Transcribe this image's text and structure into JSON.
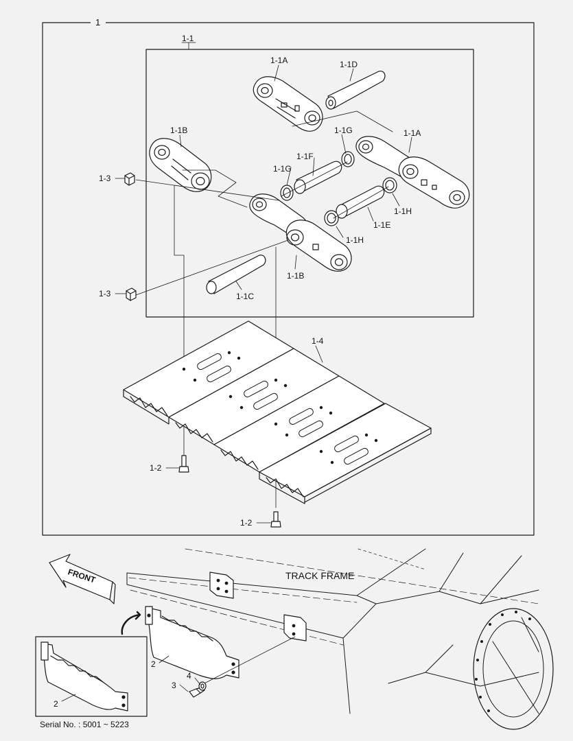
{
  "labels": {
    "assembly": "1",
    "link_assy": "1-1",
    "link_a_top": "1-1A",
    "link_a_right": "1-1A",
    "pin_d": "1-1D",
    "link_b_left": "1-1B",
    "link_b_center": "1-1B",
    "seal_g_upper": "1-1G",
    "seal_g_left": "1-1G",
    "bushing_f": "1-1F",
    "seal_h_right": "1-1H",
    "seal_h_center": "1-1H",
    "bushing_e": "1-1E",
    "pin_c": "1-1C",
    "nut_upper": "1-3",
    "nut_lower": "1-3",
    "shoe": "1-4",
    "bolt_left": "1-2",
    "bolt_lower": "1-2",
    "guard_detail": "2",
    "guard": "2",
    "bolt": "3",
    "washer": "4"
  },
  "front_label": "FRONT",
  "track_frame_label": "TRACK FRAME",
  "serial_text": "Serial No. : 5001 ~ 5223",
  "colors": {
    "line": "#1a1a1a",
    "background": "#f2f2f2",
    "paper": "#ffffff"
  }
}
